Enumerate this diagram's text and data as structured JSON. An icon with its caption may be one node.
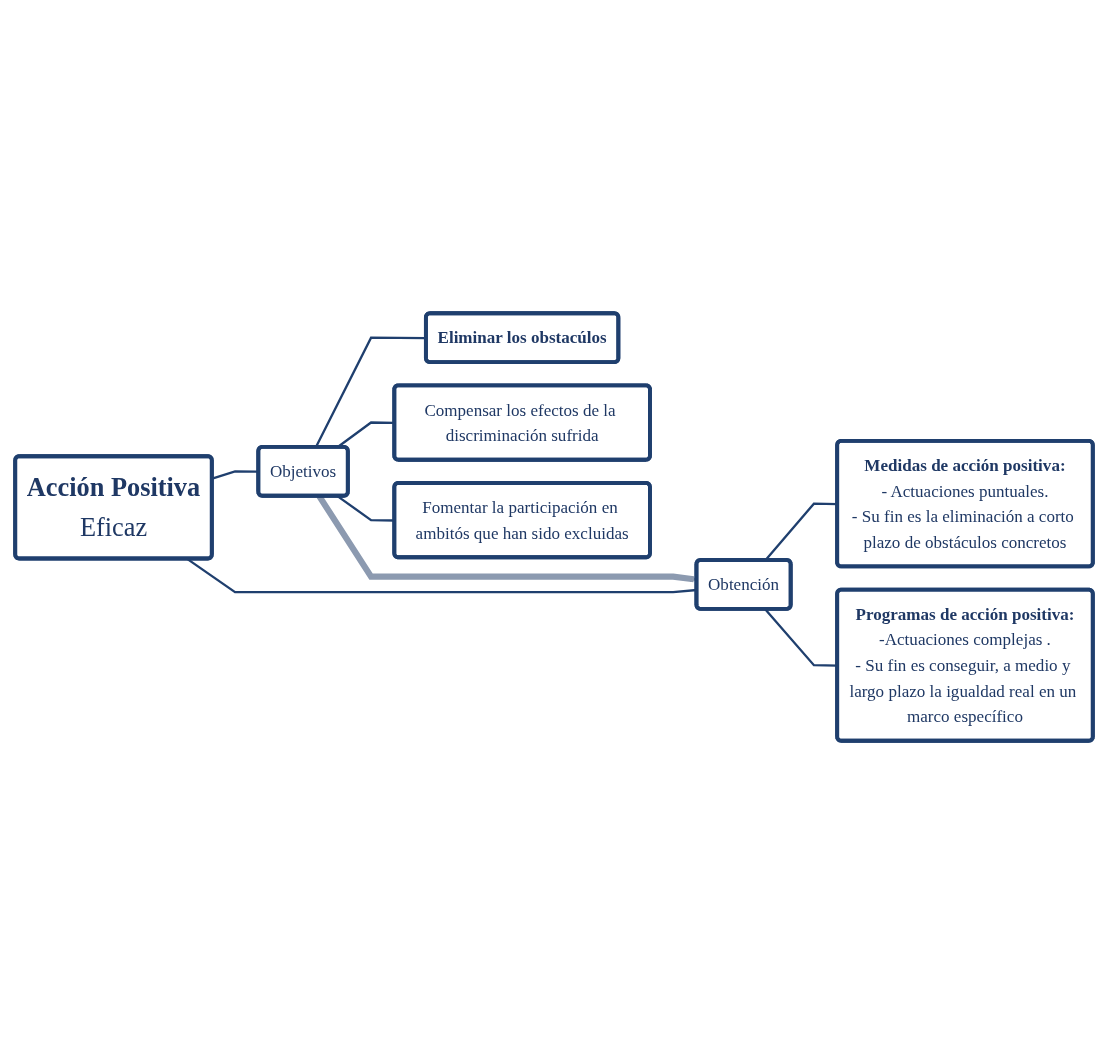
{
  "diagram": {
    "nodes": [
      {
        "text": [
          "Acción Positiva",
          "Eficaz"
        ]
      },
      {
        "text": [
          "Objetivos"
        ]
      },
      {
        "text": [
          "Eliminar los obstacúlos"
        ]
      },
      {
        "text": [
          "Compensar los efectos de la discriminación sufrida"
        ]
      },
      {
        "text": [
          "Fomentar la participación en ambitós que han sido excluidas"
        ]
      },
      {
        "text": [
          "Obtención"
        ]
      },
      {
        "text": [
          "Medidas de acción positiva:",
          "- Actuaciones puntuales.",
          "- Su fin es la eliminación a corto plazo de obstáculos concretos"
        ]
      },
      {
        "text": [
          "Programas de acción positiva:",
          "-Actuaciones complejas .",
          "- Su fin es conseguir, a medio y largo plazo la igualdad real en un marco específico"
        ]
      }
    ],
    "edges": [
      {
        "from": 0,
        "to": 1,
        "arrow": "none"
      },
      {
        "from": 0,
        "to": 5,
        "arrow": "none"
      },
      {
        "from": 1,
        "to": 2,
        "arrow": "none"
      },
      {
        "from": 1,
        "to": 3,
        "arrow": "none"
      },
      {
        "from": 1,
        "to": 4,
        "arrow": "none"
      },
      {
        "from": 1,
        "to": 5,
        "arrow": "to",
        "style": "thick",
        "color": "#8c9ab0"
      },
      {
        "from": 5,
        "to": 6,
        "arrow": "none"
      },
      {
        "from": 5,
        "to": 7,
        "arrow": "none"
      }
    ]
  }
}
